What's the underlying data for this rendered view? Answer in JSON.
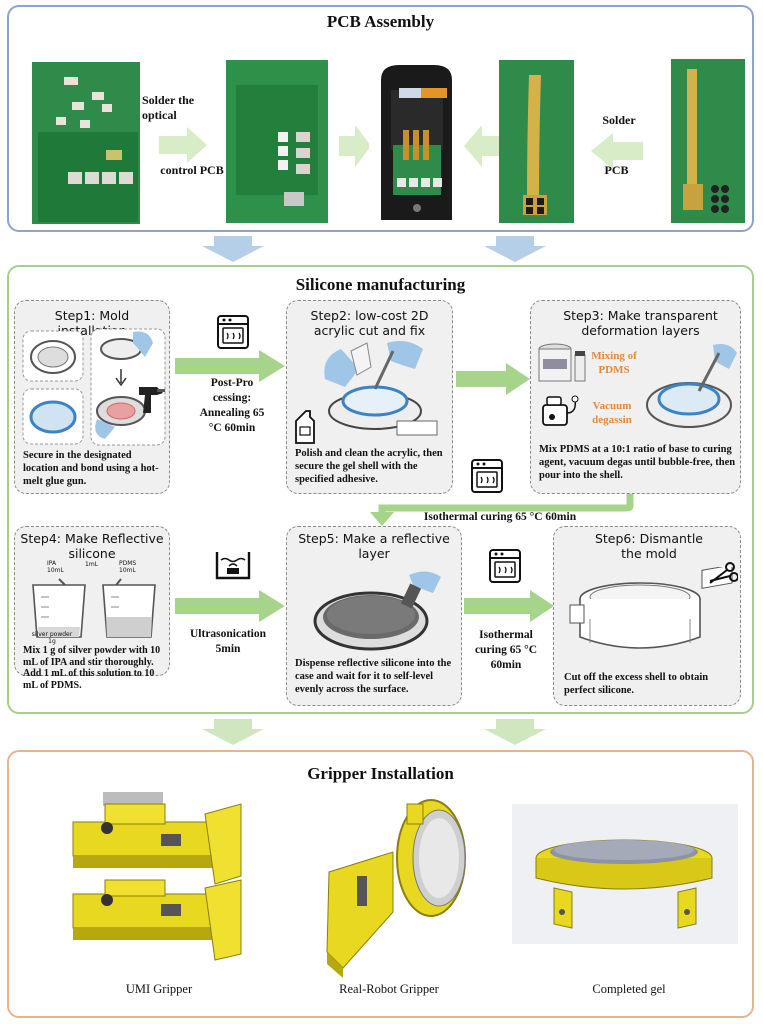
{
  "pcb": {
    "title": "PCB Assembly",
    "left_label_1": "Solder the optical",
    "left_label_2": "control PCB",
    "right_label_1": "Solder",
    "right_label_2": "PCB"
  },
  "silicone": {
    "title": "Silicone manufacturing",
    "step1": {
      "title": "Step1: Mold installation",
      "desc": "Secure in the designated location and bond using a hot-melt glue gun."
    },
    "arrow1_label": "Post-Pro cessing: Annealing 65 °C 60min",
    "step2": {
      "title": "Step2:  low-cost 2D acrylic cut and fix",
      "desc": "Polish and clean the acrylic, then secure the gel shell with the specified adhesive."
    },
    "step3": {
      "title": "Step3:   Make transparent deformation layers",
      "mixing": "Mixing of PDMS",
      "vacuum": "Vacuum degassin",
      "desc": "Mix PDMS at a 10:1 ratio of base to curing agent, vacuum degas until bubble-free, then pour into the shell."
    },
    "curing_label_1": "Isothermal curing 65 °C 60min",
    "step4": {
      "title": "Step4:   Make Reflective silicone",
      "ipa": "IPA 10mL",
      "one_ml": "1mL",
      "pdms": "PDMS 10mL",
      "silver": "silver powder 1g",
      "desc": "Mix 1 g of silver powder with 10 mL of IPA and stir thoroughly. Add 1 mL of this solution to 10 mL of PDMS."
    },
    "ultra_label": "Ultrasonication 5min",
    "step5": {
      "title": "Step5: Make a reflective layer",
      "desc": "Dispense reflective silicone into the case and wait for it to self-level evenly across the surface."
    },
    "curing_label_2": "Isothermal curing 65 °C 60min",
    "step6": {
      "title": "Step6: Dismantle the mold",
      "desc": "Cut off the excess shell to obtain perfect silicone."
    }
  },
  "gripper": {
    "title": "Gripper Installation",
    "captions": [
      "UMI Gripper",
      "Real-Robot Gripper",
      "Completed gel"
    ]
  },
  "colors": {
    "pcb_border": "#8ea3cc",
    "silicone_border": "#a6cf8a",
    "gripper_border": "#e6b48f",
    "arrow_green": "#a6d48a",
    "arrow_blue": "#b6cfe8",
    "pcb_green": "#2e8a46",
    "gold": "#d4b24a",
    "yellow": "#e8d820",
    "accent_orange": "#e8883a"
  },
  "icons": [
    "oven-icon",
    "ultrasonic-bath-icon",
    "detergent-bottle-icon",
    "vacuum-pump-icon",
    "glue-gun-icon",
    "scissors-icon",
    "pipette-icon",
    "beaker-icon"
  ]
}
